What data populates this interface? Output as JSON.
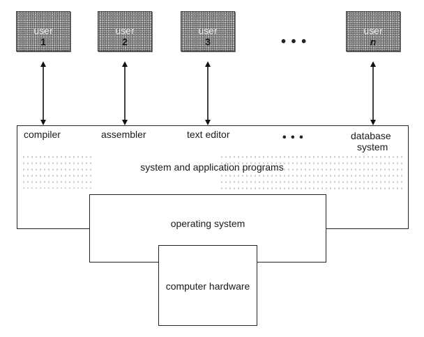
{
  "users": [
    {
      "label": "user",
      "number": "1"
    },
    {
      "label": "user",
      "number": "2"
    },
    {
      "label": "user",
      "number": "3"
    },
    {
      "label": "user",
      "number": "n"
    }
  ],
  "users_ellipsis": "• • •",
  "applications": {
    "compiler": "compiler",
    "assembler": "assembler",
    "text_editor": "text editor",
    "ellipsis": "• • •",
    "database_line1": "database",
    "database_line2": "system"
  },
  "layers": {
    "system_programs": "system and application programs",
    "operating_system": "operating system",
    "hardware": "computer hardware"
  },
  "colors": {
    "box_border": "#222222",
    "user_fill": "#9e9e9e",
    "arrow": "#111111"
  }
}
